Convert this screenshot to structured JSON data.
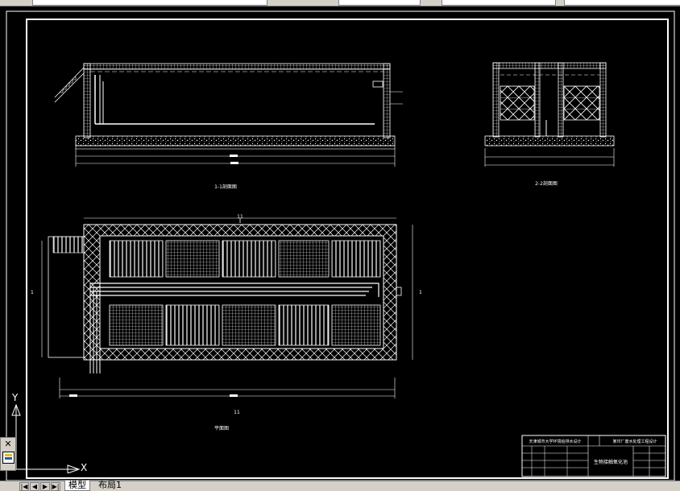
{
  "window": {
    "tab_model": "模型",
    "tab_layout": "布局1"
  },
  "navigation": {
    "first": "|◀",
    "prev": "◀",
    "next": "▶",
    "last": "▶|"
  },
  "ucs": {
    "x_label": "X",
    "y_label": "Y"
  },
  "panel": {
    "close_label": "✕"
  },
  "drawing": {
    "section_1_label": "1-1剖面图",
    "section_2_label": "2-2剖面图",
    "plan_label": "平面图",
    "dim_label_plan_top": "11",
    "dim_label_plan_bottom": "11",
    "dim_label_plan_left": "1",
    "dim_label_plan_right": "1"
  },
  "title_block": {
    "school": "天津城市大学环境给排水设计",
    "design_unit": "某印厂废水处理工程设计",
    "drawing_name": "生物接触氧化池"
  },
  "colors": {
    "background": "#000000",
    "lines": "#ffffff",
    "frame": "#ffffff"
  }
}
